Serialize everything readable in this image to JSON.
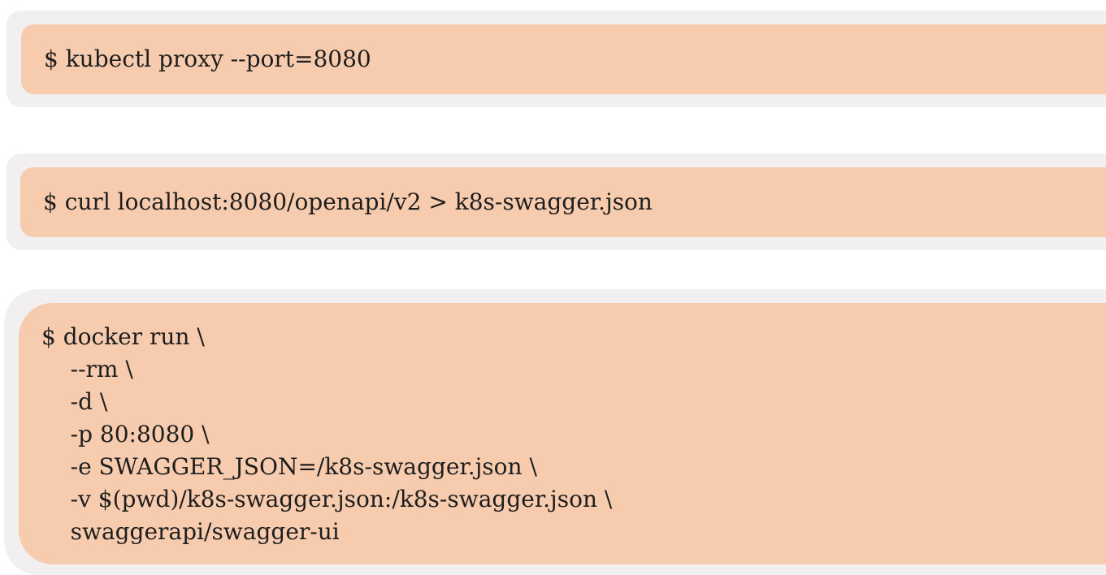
{
  "code_blocks": [
    {
      "lines": [
        "$ kubectl proxy --port=8080"
      ]
    },
    {
      "lines": [
        "$ curl localhost:8080/openapi/v2 > k8s-swagger.json"
      ]
    },
    {
      "lines": [
        "$ docker run \\",
        "    --rm \\",
        "    -d \\",
        "    -p 80:8080 \\",
        "    -e SWAGGER_JSON=/k8s-swagger.json \\",
        "    -v $(pwd)/k8s-swagger.json:/k8s-swagger.json \\",
        "    swaggerapi/swagger-ui"
      ]
    }
  ],
  "colors": {
    "code_background": "#f7cbae",
    "frame_background": "#f1eff0",
    "text": "#1e1e1e"
  }
}
